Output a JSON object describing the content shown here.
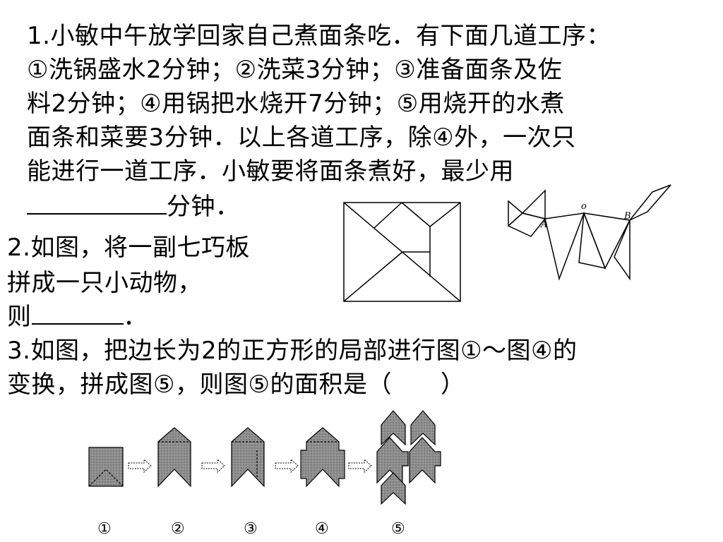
{
  "problem1": {
    "lines": [
      "1.小敏中午放学回家自己煮面条吃．有下面几道工序：",
      "①洗锅盛水2分钟；②洗菜3分钟；③准备面条及佐",
      "料2分钟；④用锅把水烧开7分钟；⑤用烧开的水煮",
      "面条和菜要3分钟．以上各道工序，除④外，一次只",
      "能进行一道工序．小敏要将面条煮好，最少用"
    ],
    "answer_suffix": "分钟．"
  },
  "problem2": {
    "lines": [
      "2.如图，将一副七巧板",
      "拼成一只小动物，"
    ],
    "answer_prefix": "则",
    "answer_suffix": "．",
    "labels": {
      "o": "o",
      "a": "A",
      "b": "B"
    }
  },
  "problem3": {
    "lines": [
      "3.如图，把边长为2的正方形的局部进行图①～图④的",
      "变换，拼成图⑤，则图⑤的面积是（　　）"
    ],
    "captions": [
      "①",
      "②",
      "③",
      "④",
      "⑤"
    ]
  }
}
